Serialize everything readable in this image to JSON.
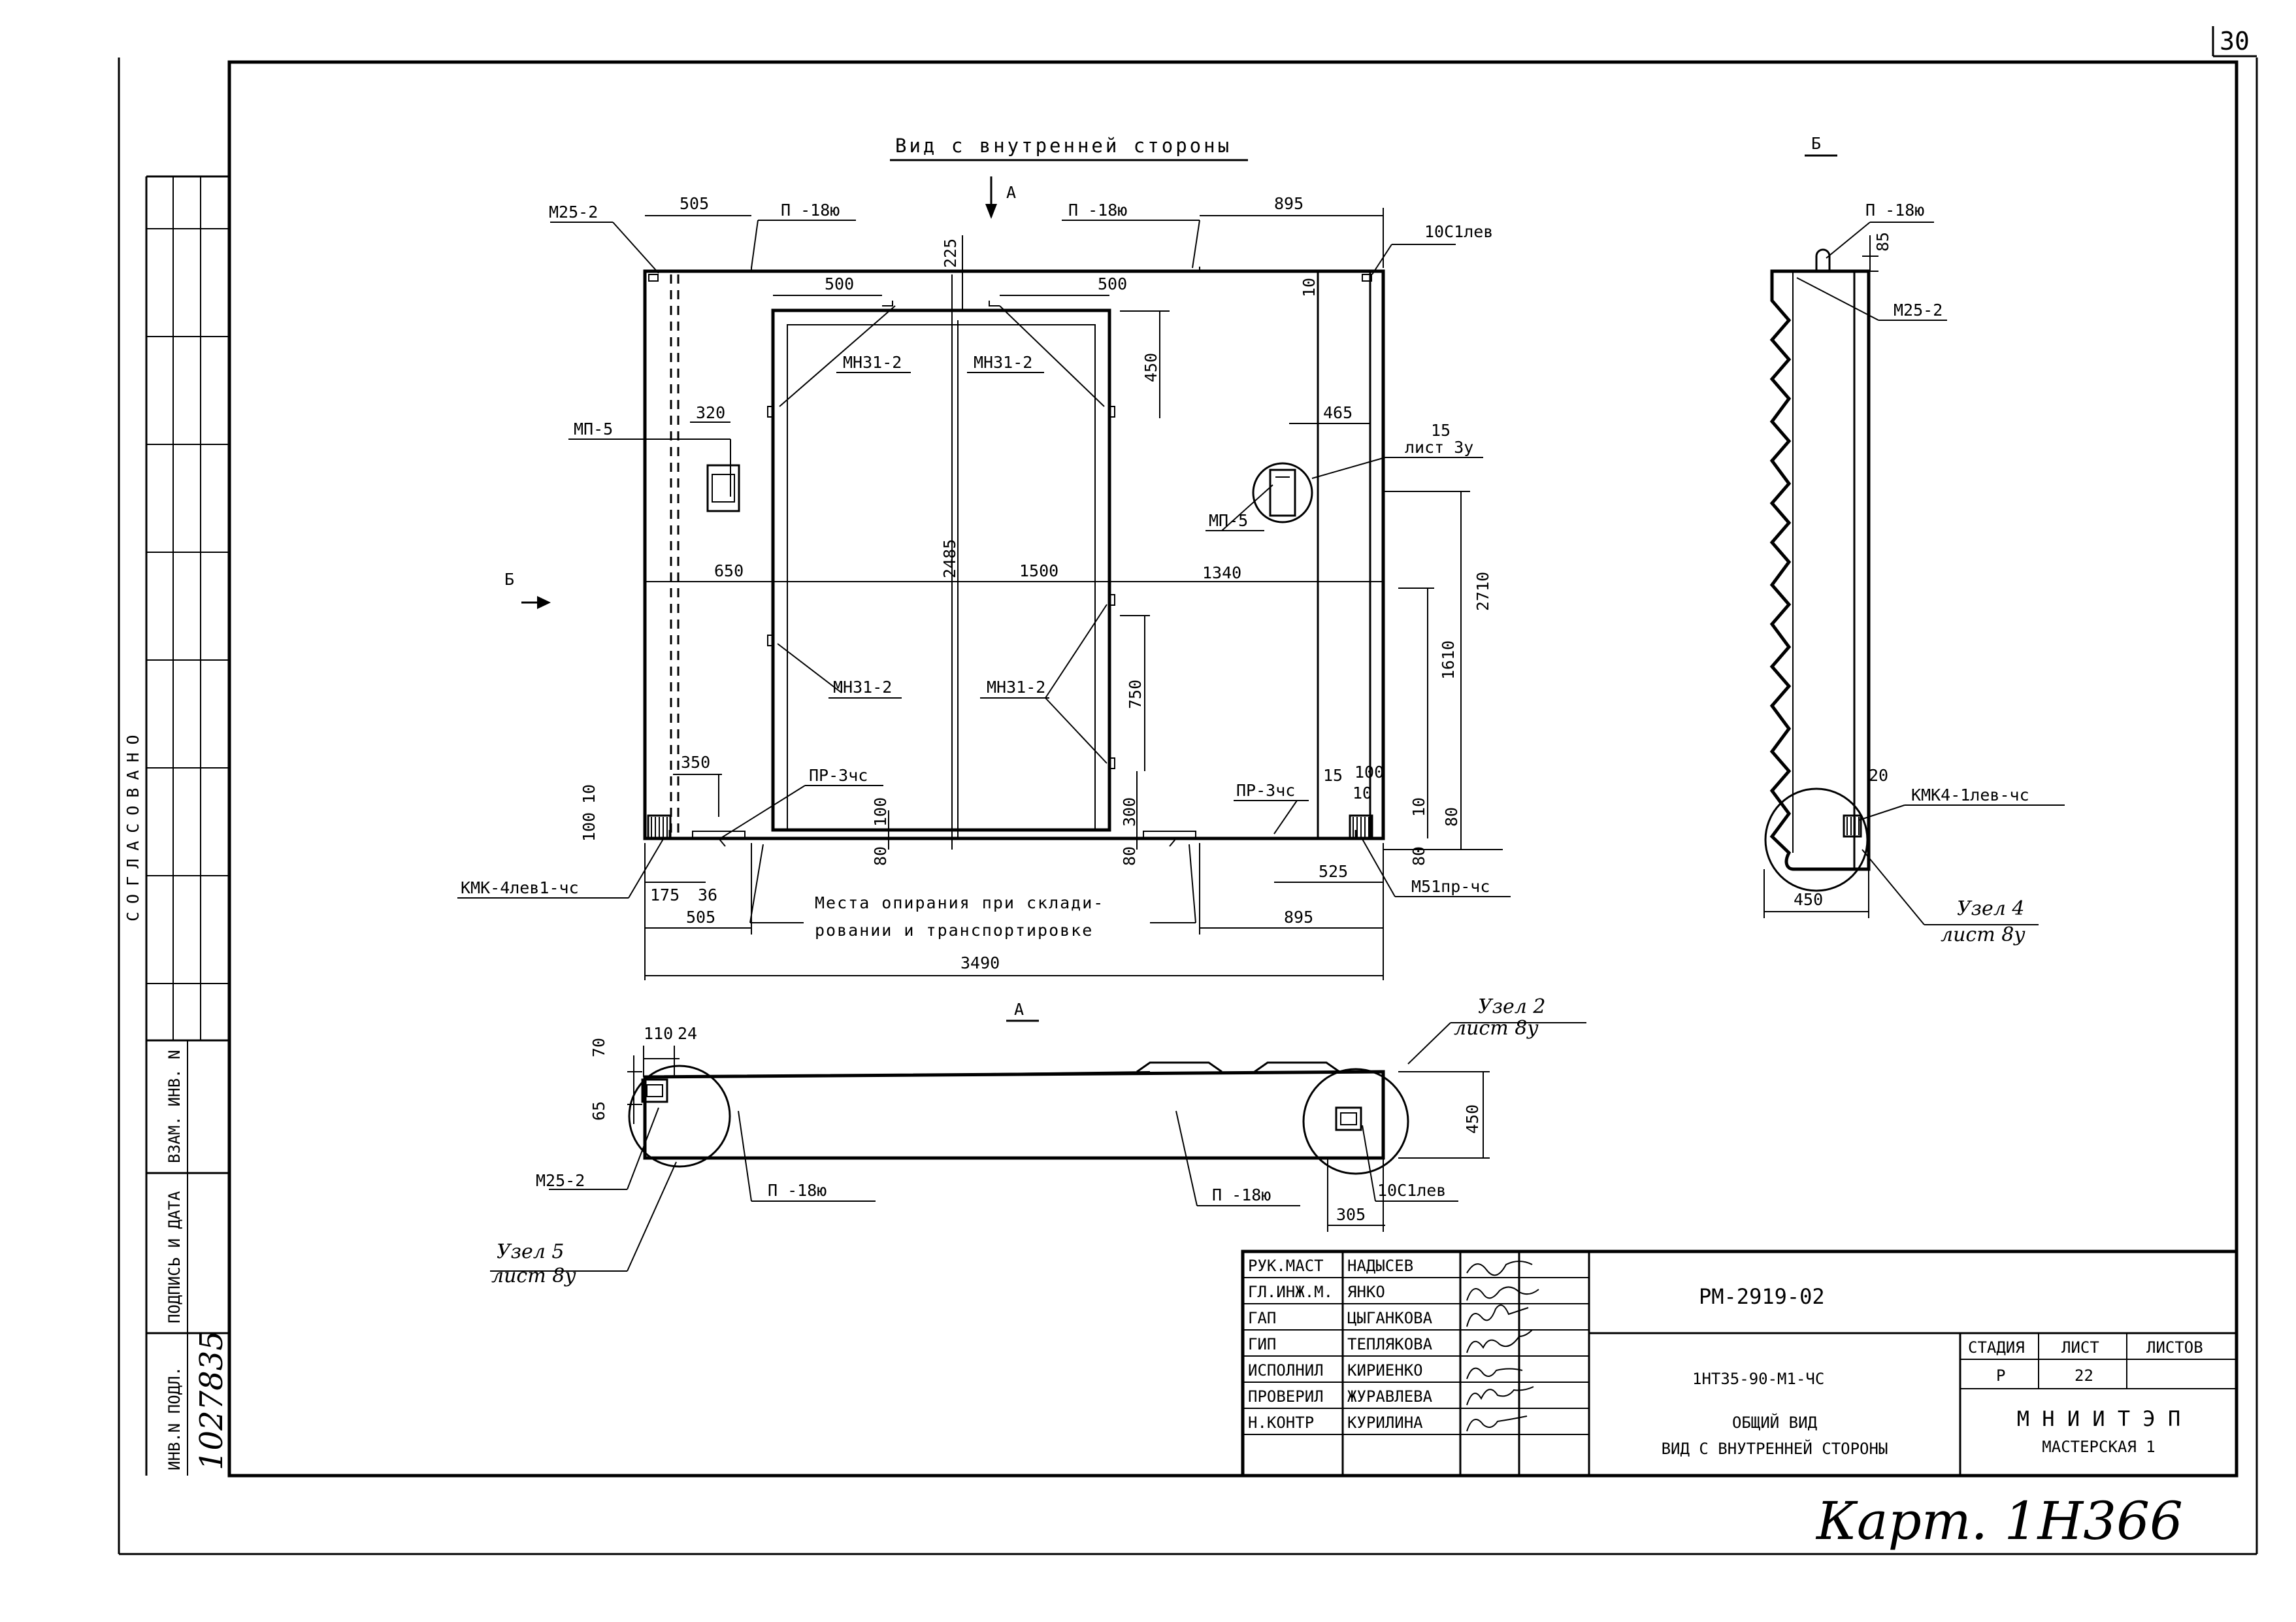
{
  "sheet": {
    "page_number": "30",
    "side_label": "СОГЛАСОВАНО",
    "left_stamp": {
      "vzam_inv": "ВЗАМ. ИНВ. N",
      "podpis_data": "ПОДПИСЬ И ДАТА",
      "inv_podl": "ИНВ.N ПОДЛ.",
      "inv_number": "1027835"
    },
    "archive_note": "Карт. 1Н366"
  },
  "main_view": {
    "title": "Вид с внутренней стороны",
    "arrow_a": "А",
    "arrow_b": "Б",
    "support_note": [
      "Места опирания при склади-",
      "ровании и транспортировке"
    ],
    "labels": {
      "m25_2": "М25-2",
      "p18_left": "П -18ю",
      "p18_right": "П -18ю",
      "c10_lev": "10С1лев",
      "mn31_tl": "МН31-2",
      "mn31_tr": "МН31-2",
      "mn31_bl": "МН31-2",
      "mn31_br": "МН31-2",
      "mp5_left": "МП-5",
      "mp5_right": "МП-5",
      "list3u_num": "15",
      "list3u": "лист 3у",
      "pr3_left": "ПР-3чс",
      "pr3_right": "ПР-3чс",
      "kmk_left": "КМК-4лев1-чс",
      "m51": "М51пр-чс"
    },
    "dims": {
      "d505_top": "505",
      "d895_top": "895",
      "d225": "225",
      "d500_l": "500",
      "d500_r": "500",
      "d10_top": "10",
      "d450": "450",
      "d320": "320",
      "d465": "465",
      "d2485": "2485",
      "d2710": "2710",
      "d650": "650",
      "d1500": "1500",
      "d1340": "1340",
      "d1610": "1610",
      "d750": "750",
      "d350": "350",
      "d100_l": "100",
      "d10_l": "10",
      "d100_mid": "100",
      "d80_mid": "80",
      "d300": "300",
      "d80_mid2": "80",
      "d15": "15",
      "d100_r": "100",
      "d10_r": "10",
      "d10_r2": "10",
      "d80_r": "80",
      "d80_r2": "80",
      "d175": "175",
      "d36": "36",
      "d525": "525",
      "d505_bot": "505",
      "d895_bot": "895",
      "d3490": "3490"
    }
  },
  "plan_view": {
    "title": "А",
    "labels": {
      "m25_2": "М25-2",
      "p18_left": "П -18ю",
      "p18_right": "П -18ю",
      "c10_lev": "10С1лев",
      "uzel2": "Узел 2",
      "uzel2_list": "лист 8у",
      "uzel5": "Узел 5",
      "uzel5_list": "лист 8у"
    },
    "dims": {
      "d110": "110",
      "d24": "24",
      "d70": "70",
      "d65": "65",
      "d450": "450",
      "d305": "305"
    }
  },
  "section_view": {
    "title": "Б",
    "labels": {
      "p18": "П -18ю",
      "m25_2": "М25-2",
      "kmk": "КМК4-1лев-чс",
      "uzel4": "Узел 4",
      "uzel4_list": "лист 8у"
    },
    "dims": {
      "d85": "85",
      "d20": "20",
      "d450": "450"
    }
  },
  "title_block": {
    "rows": [
      {
        "role": "РУК.МАСТ",
        "name": "НАДЫСЕВ"
      },
      {
        "role": "ГЛ.ИНЖ.М.",
        "name": "ЯНКО"
      },
      {
        "role": "ГАП",
        "name": "ЦЫГАНКОВА"
      },
      {
        "role": "ГИП",
        "name": "ТЕПЛЯКОВА"
      },
      {
        "role": "ИСПОЛНИЛ",
        "name": "КИРИЕНКО"
      },
      {
        "role": "ПРОВЕРИЛ",
        "name": "ЖУРАВЛЕВА"
      },
      {
        "role": "Н.КОНТР",
        "name": "КУРИЛИНА"
      }
    ],
    "doc_code": "РМ-2919-02",
    "product_code": "1НТ35-90-М1-ЧС",
    "desc_line1": "ОБЩИЙ ВИД",
    "desc_line2": "ВИД С ВНУТРЕННЕЙ СТОРОНЫ",
    "stage_label": "СТАДИЯ",
    "sheet_label": "ЛИСТ",
    "sheets_label": "ЛИСТОВ",
    "stage": "Р",
    "sheet": "22",
    "sheets": "",
    "org": "М Н И И Т Э П",
    "org_sub": "МАСТЕРСКАЯ 1"
  }
}
